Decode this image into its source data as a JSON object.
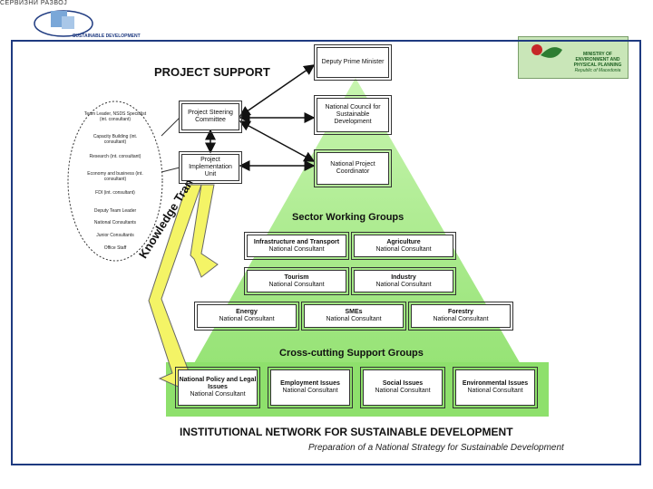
{
  "header": {
    "cut_text": "СЕРВИЗНИ РАЗВОЈ",
    "logo_label": "SUSTAINABLE DEVELOPMENT",
    "ministry_text": "MINISTRY OF ENVIRONMENT AND PHYSICAL PLANNING",
    "ministry_sub": "Republic of Macedonia"
  },
  "titles": {
    "project_support": "PROJECT SUPPORT",
    "sector_working_groups": "Sector Working Groups",
    "cross_cutting": "Cross-cutting Support Groups",
    "institutional_network": "INSTITUTIONAL NETWORK FOR SUSTAINABLE DEVELOPMENT",
    "subtitle": "Preparation of a National Strategy for Sustainable Development",
    "knowledge_transfer": "Knowledge Transfer"
  },
  "top_boxes": {
    "deputy_pm": "Deputy Prime Minister",
    "steering": "Project Steering Committee",
    "council": "National Council for Sustainable Development",
    "piu": "Project Implementation Unit",
    "coordinator": "National Project Coordinator"
  },
  "ellipse_items": [
    "Team Leader, NSDS Specialist (int. consultant)",
    "Capacity Building (int. consultant)",
    "Research (int. consultant)",
    "Economy and business (int. consultant)",
    "FDI (int. consultant)",
    "Deputy Team Leader",
    "National Consultants",
    "Junior Consultants",
    "Office Staff"
  ],
  "sector_groups": [
    {
      "title": "Infrastructure and Transport",
      "sub": "National Consultant"
    },
    {
      "title": "Agriculture",
      "sub": "National Consultant"
    },
    {
      "title": "Tourism",
      "sub": "National Consultant"
    },
    {
      "title": "Industry",
      "sub": "National Consultant"
    },
    {
      "title": "Energy",
      "sub": "National Consultant"
    },
    {
      "title": "SMEs",
      "sub": "National Consultant"
    },
    {
      "title": "Forestry",
      "sub": "National Consultant"
    }
  ],
  "cross_groups": [
    {
      "title": "National Policy and Legal Issues",
      "sub": "National Consultant"
    },
    {
      "title": "Employment Issues",
      "sub": "National Consultant"
    },
    {
      "title": "Social Issues",
      "sub": "National Consultant"
    },
    {
      "title": "Environmental Issues",
      "sub": "National Consultant"
    }
  ]
}
